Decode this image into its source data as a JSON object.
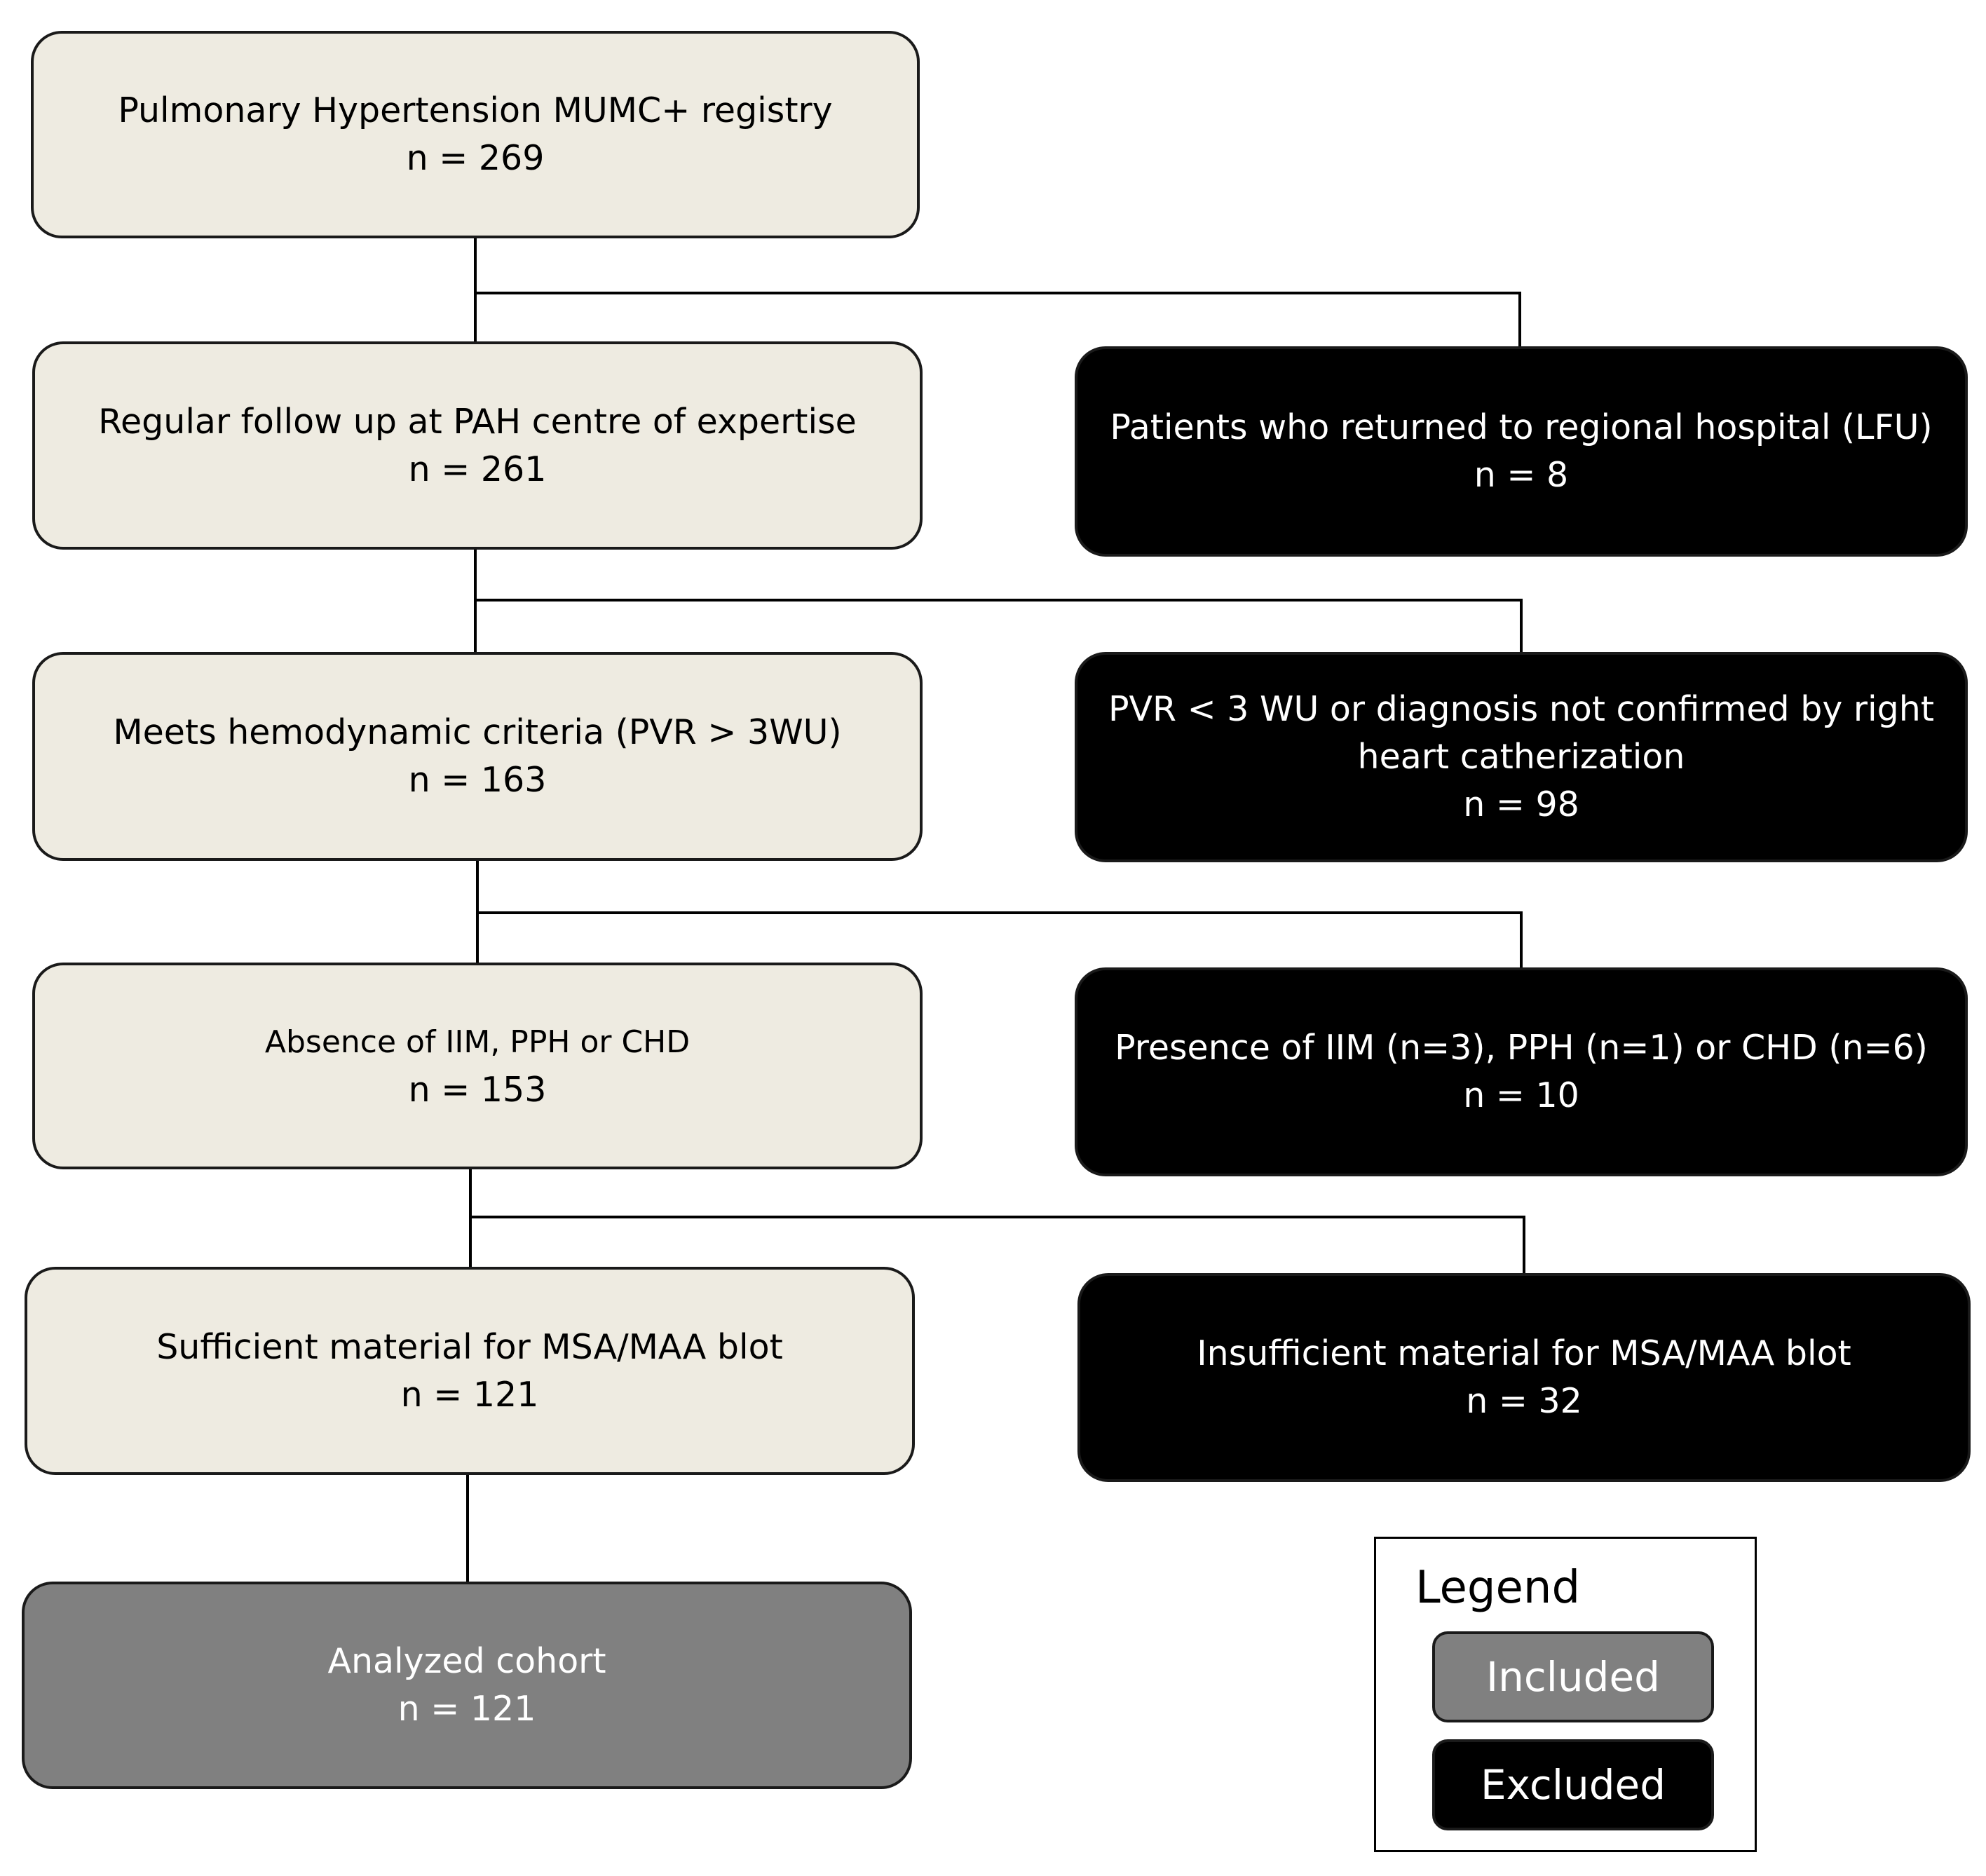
{
  "stages": [
    {
      "label": "Pulmonary Hypertension MUMC+ registry",
      "n": "n = 269"
    },
    {
      "label": "Regular follow up at PAH centre of expertise",
      "n": "n = 261"
    },
    {
      "label": "Meets hemodynamic criteria (PVR > 3WU)",
      "n": "n = 163"
    },
    {
      "label": "Absence of IIM, PPH or CHD",
      "n": "n = 153"
    },
    {
      "label": "Sufficient material for MSA/MAA blot",
      "n": "n = 121"
    }
  ],
  "excluded": [
    {
      "label": "Patients who returned to regional hospital (LFU)",
      "n": "n = 8"
    },
    {
      "label": "PVR < 3 WU or diagnosis not confirmed by right",
      "label2": "heart catherization",
      "n": "n = 98"
    },
    {
      "label": "Presence of IIM (n=3), PPH (n=1) or CHD (n=6)",
      "n": "n = 10"
    },
    {
      "label": "Insufficient material for MSA/MAA blot",
      "n": "n = 32"
    }
  ],
  "analyzed": {
    "label": "Analyzed cohort",
    "n": "n = 121"
  },
  "legend": {
    "title": "Legend",
    "included": "Included",
    "excluded": "Excluded"
  },
  "colors": {
    "stage_fill": "#eeebe1",
    "excluded_fill": "#000000",
    "analyzed_fill": "#808080",
    "outline": "#1a1a1a"
  }
}
